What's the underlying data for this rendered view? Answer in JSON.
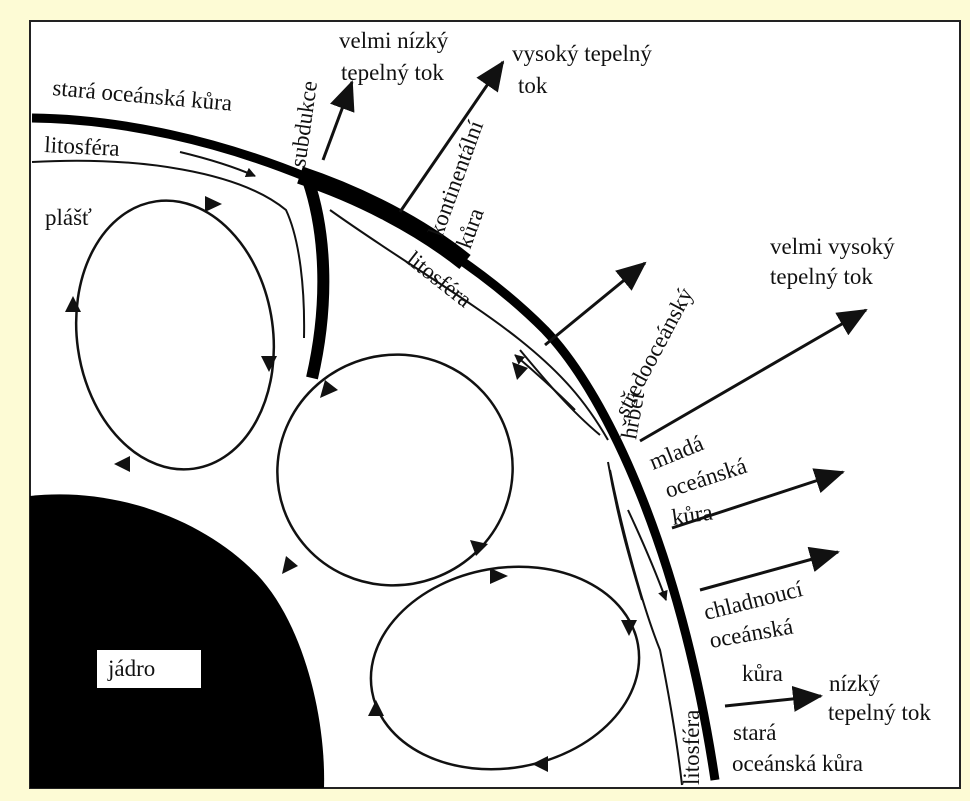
{
  "colors": {
    "page_background": "#fdfbd5",
    "panel_background": "#ffffff",
    "ink": "#111111"
  },
  "labels": {
    "stara_kura_top": "stará oceánská kůra",
    "litosfera_top": "litosféra",
    "subdukce": "subdukce",
    "velmi_nizky_1": "velmi nízký",
    "velmi_nizky_2": "tepelný tok",
    "vysoky_1": "vysoký tepelný",
    "vysoky_2": "tok",
    "kontinentalni_1": "kontinentální",
    "kontinentalni_2": "kůra",
    "plast": "plášť",
    "litosfera_mid": "litosféra",
    "velmi_vysoky_1": "velmi vysoký",
    "velmi_vysoky_2": "tepelný tok",
    "hrbet_1": "středooceánský",
    "hrbet_2": "hřbet",
    "mlada_1": "mladá",
    "mlada_2": "oceánská",
    "mlada_3": "kůra",
    "chladnouci_1": "chladnoucí",
    "chladnouci_2": "oceánská",
    "chladnouci_3": "kůra",
    "nizky_1": "nízký",
    "nizky_2": "tepelný tok",
    "litosfera_right": "litosféra",
    "stara_kura_bottom_1": "stará",
    "stara_kura_bottom_2": "oceánská kůra",
    "jadro": "jádro"
  }
}
